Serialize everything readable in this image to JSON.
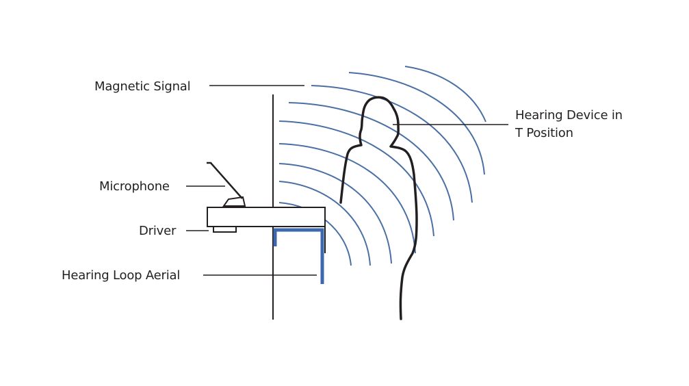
{
  "diagram": {
    "title": "Hearing loop counter system",
    "colors": {
      "ink": "#231f20",
      "signal": "#4a6fa5",
      "aerial": "#3d68ad",
      "background": "#ffffff"
    },
    "labels": {
      "magnetic_signal": "Magnetic Signal",
      "hearing_device_line1": "Hearing Device in",
      "hearing_device_line2": "T Position",
      "microphone": "Microphone",
      "driver": "Driver",
      "hearing_loop_aerial": "Hearing Loop Aerial"
    },
    "signal_wave_count": 9
  }
}
